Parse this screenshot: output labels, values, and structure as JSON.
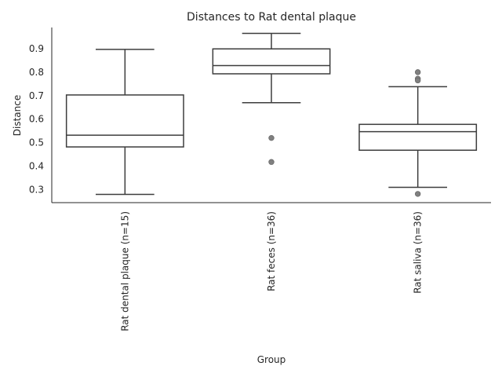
{
  "chart_data": {
    "type": "box",
    "title": "Distances to Rat dental plaque",
    "xlabel": "Group",
    "ylabel": "Distance",
    "ylim": [
      0.245,
      0.99
    ],
    "yticks": [
      0.3,
      0.4,
      0.5,
      0.6,
      0.7,
      0.8,
      0.9
    ],
    "ytick_labels": [
      "0.3",
      "0.4",
      "0.5",
      "0.6",
      "0.7",
      "0.8",
      "0.9"
    ],
    "grid": false,
    "categories": [
      "Rat dental plaque (n=15)",
      "Rat feces (n=36)",
      "Rat saliva (n=36)"
    ],
    "boxes": [
      {
        "whisker_low": 0.28,
        "q1": 0.482,
        "median": 0.532,
        "q3": 0.703,
        "whisker_high": 0.897,
        "outliers": []
      },
      {
        "whisker_low": 0.67,
        "q1": 0.793,
        "median": 0.828,
        "q3": 0.899,
        "whisker_high": 0.965,
        "outliers": [
          0.52,
          0.418
        ]
      },
      {
        "whisker_low": 0.31,
        "q1": 0.468,
        "median": 0.547,
        "q3": 0.578,
        "whisker_high": 0.738,
        "outliers": [
          0.8,
          0.772,
          0.765,
          0.282
        ]
      }
    ]
  }
}
